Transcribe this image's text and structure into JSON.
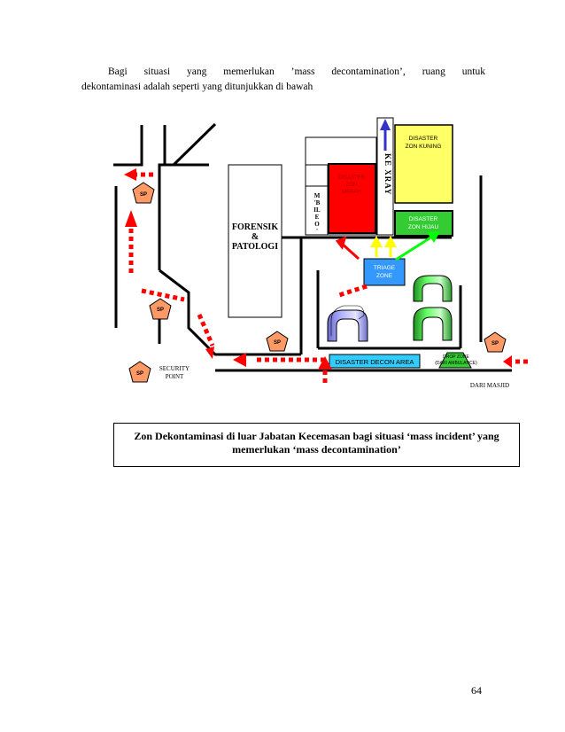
{
  "intro": {
    "line1": "Bagi situasi yang memerlukan ’mass decontamination’, ruang untuk",
    "line2": "dekontaminasi adalah seperti yang ditunjukkan di bawah"
  },
  "diagram": {
    "forensik": [
      "FORENSIK",
      "&",
      "PATOLOGI"
    ],
    "mbileot": [
      "M",
      "'B",
      "IL",
      "E",
      "O",
      "'"
    ],
    "zon_merah": [
      "DISASTER",
      "ZON",
      "MERAH"
    ],
    "ke_xray": "KE XRAY",
    "zon_kuning": [
      "DISASTER",
      "ZON KUNING"
    ],
    "zon_hijau": [
      "DISASTER",
      "ZON HIJAU"
    ],
    "triage": [
      "TRIAGE",
      "ZONE"
    ],
    "decon_area": "DISASTER DECON AREA",
    "drop_zone": [
      "DROP ZONE",
      "(DARI AMBULANCE)"
    ],
    "security_point": [
      "SECURITY",
      "POINT"
    ],
    "dari_masjid": "DARI MASJID",
    "sp_label": "SP",
    "colors": {
      "red": "#ff0000",
      "zon_merah": "#ff0000",
      "zon_kuning": "#ffff66",
      "zon_hijau": "#33cc33",
      "triage": "#3399ff",
      "decon_area": "#33ccff",
      "sp_marker": "#ff9966",
      "arrow_blue": "#3333cc",
      "arrow_yellow": "#ffff00",
      "arrow_green": "#00ff00",
      "tent_green": "#66ff66",
      "tent_purple": "#b3b3ff"
    }
  },
  "caption": {
    "line1": "Zon Dekontaminasi di luar Jabatan Kecemasan bagi situasi ‘mass incident’ yang",
    "line2": "memerlukan ‘mass decontamination’"
  },
  "page_number": "64"
}
